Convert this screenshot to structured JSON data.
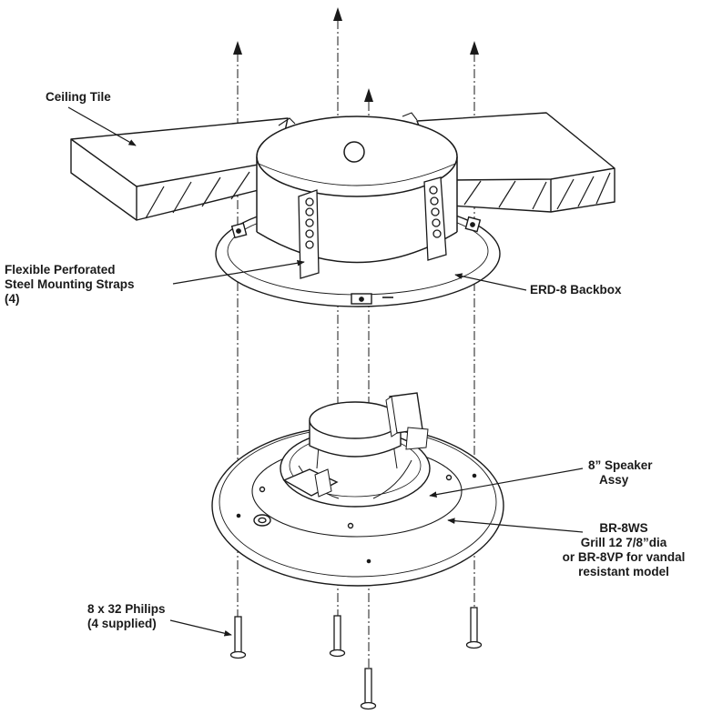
{
  "labels": {
    "ceiling_tile": "Ceiling Tile",
    "straps": [
      "Flexible Perforated",
      "Steel Mounting Straps",
      "(4)"
    ],
    "backbox": "ERD-8 Backbox",
    "speaker": [
      "8” Speaker",
      "Assy"
    ],
    "grill": [
      "BR-8WS",
      "Grill 12 7/8”dia",
      "or BR-8VP for vandal",
      "resistant model"
    ],
    "screws": [
      "8 x 32 Philips",
      "(4 supplied)"
    ]
  },
  "colors": {
    "line": "#1a1a1a",
    "hatch": "#1a1a1a",
    "fill": "#ffffff"
  }
}
